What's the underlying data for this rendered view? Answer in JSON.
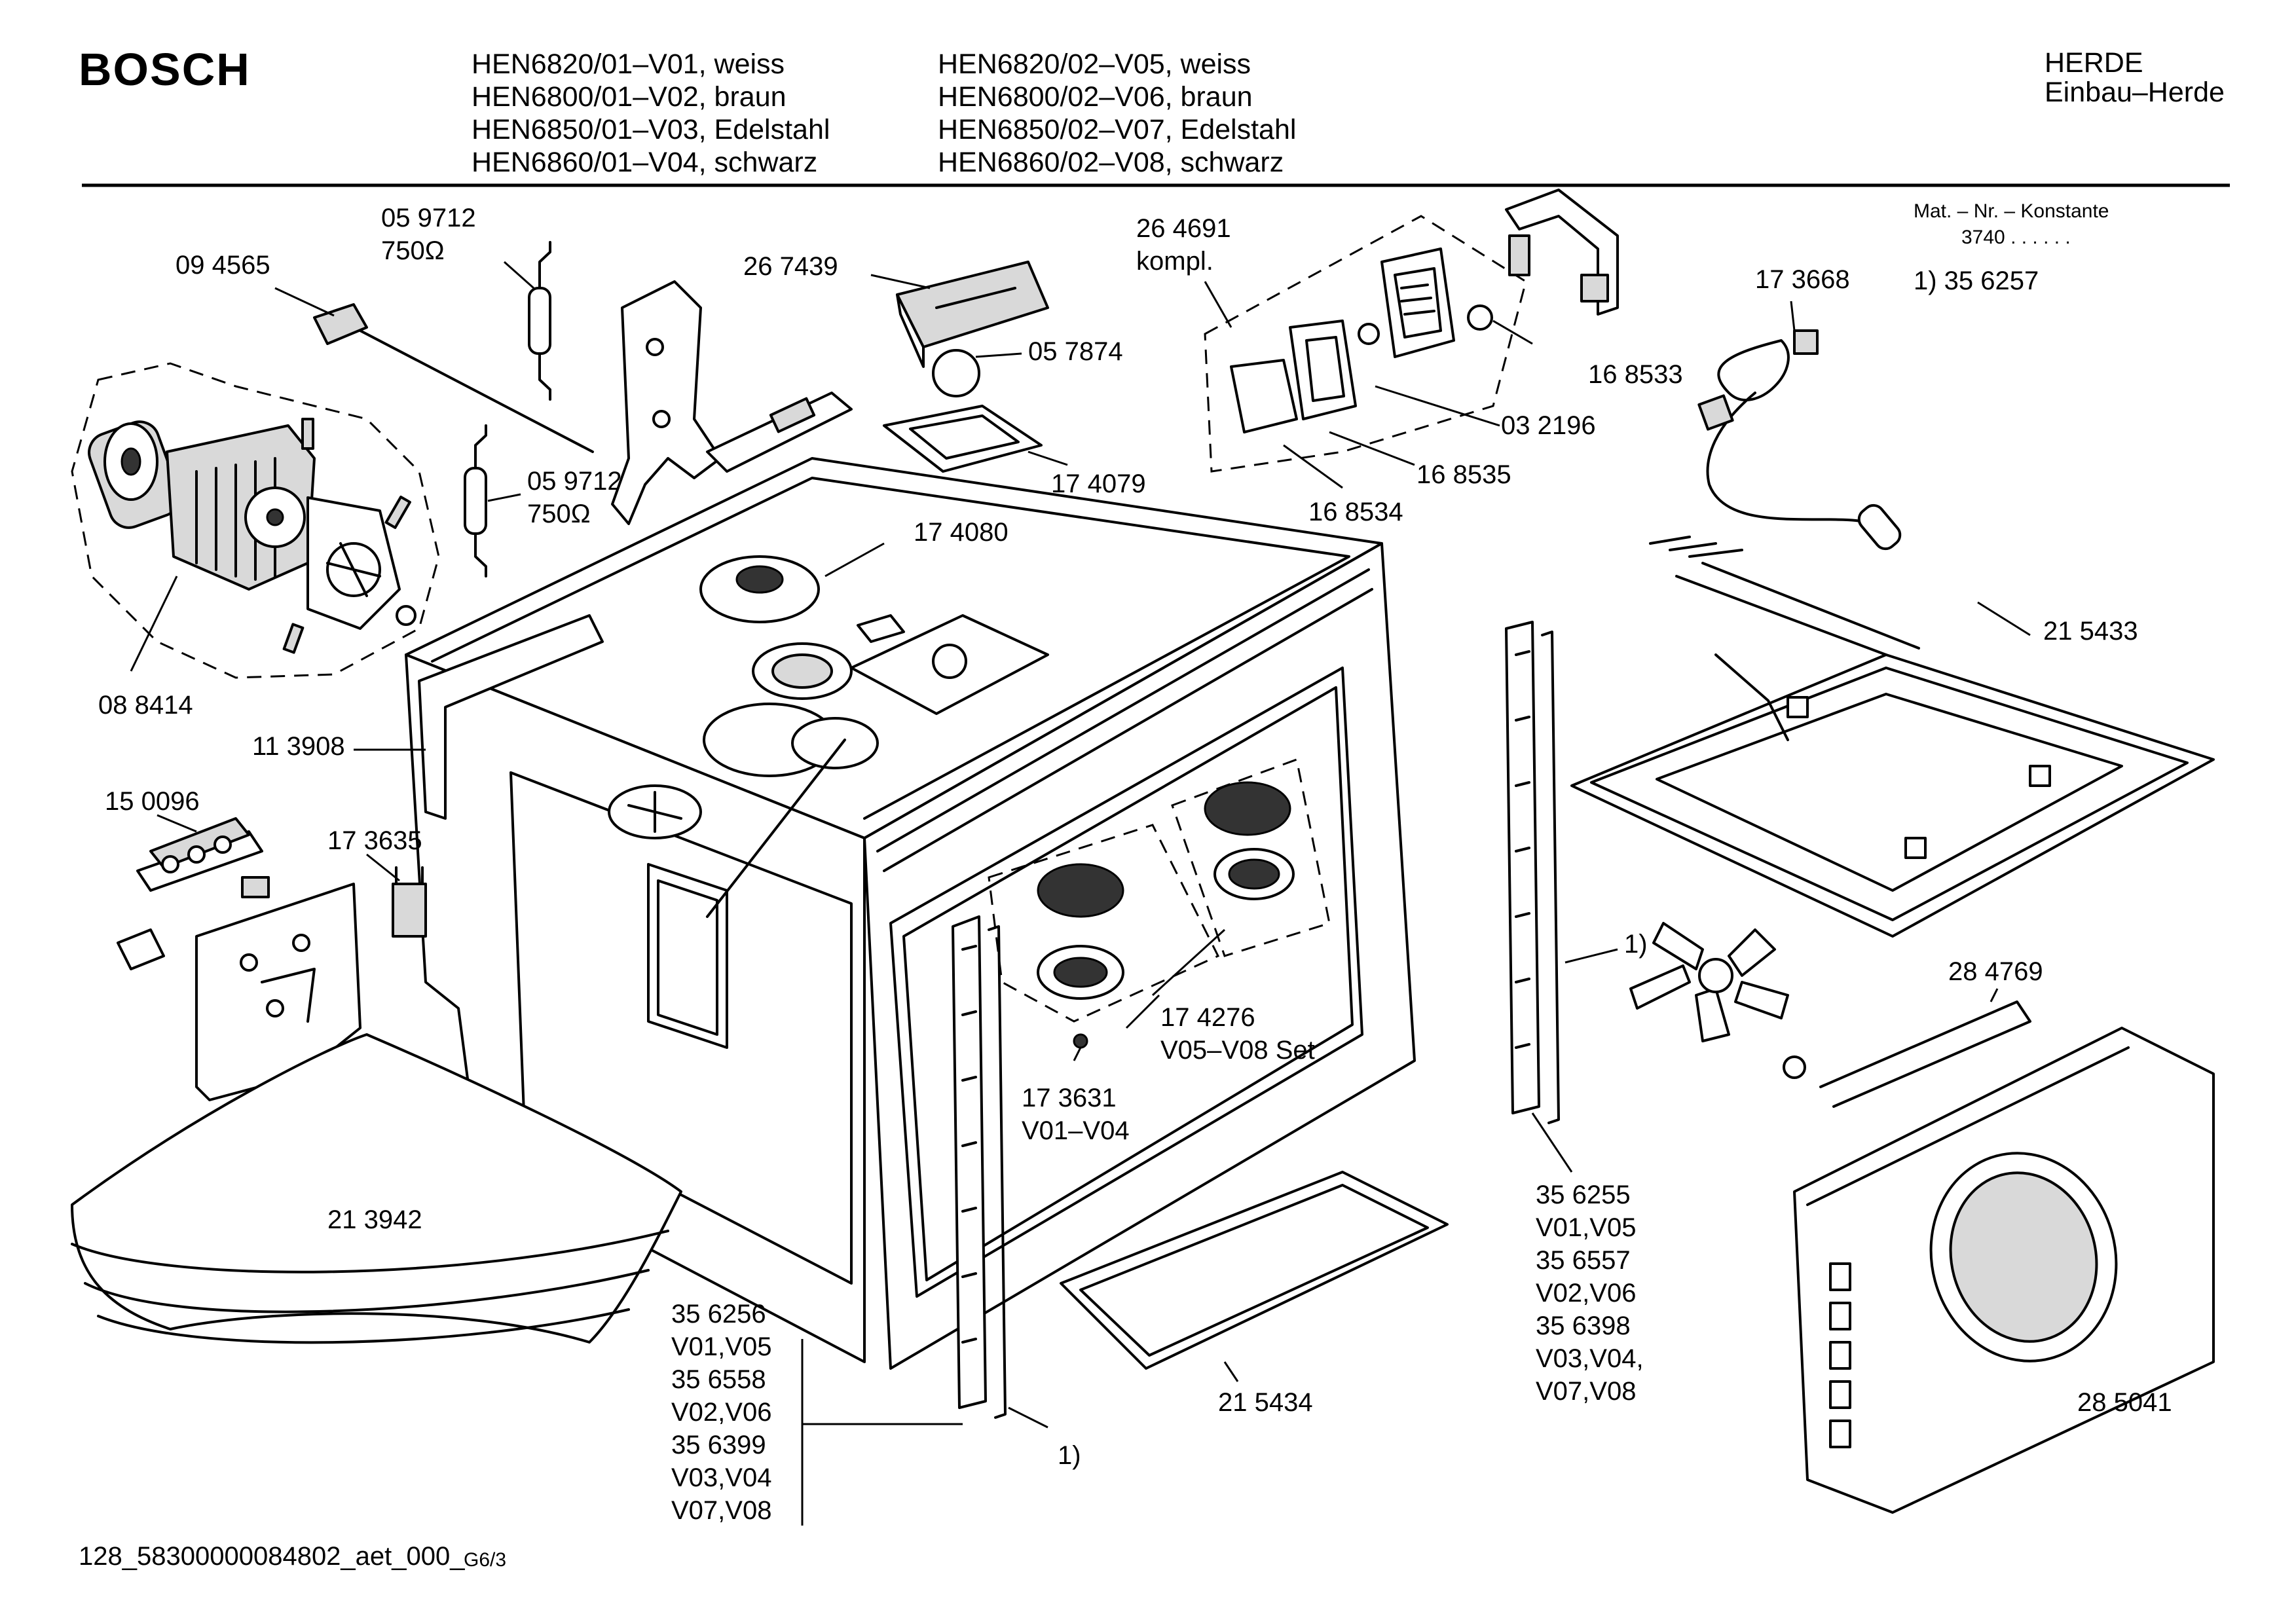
{
  "header": {
    "brand": "BOSCH",
    "models_left": [
      "HEN6820/01–V01, weiss",
      "HEN6800/01–V02, braun",
      "HEN6850/01–V03, Edelstahl",
      "HEN6860/01–V04, schwarz"
    ],
    "models_right": [
      "HEN6820/02–V05, weiss",
      "HEN6800/02–V06, braun",
      "HEN6850/02–V07, Edelstahl",
      "HEN6860/02–V08, schwarz"
    ],
    "category": [
      "HERDE",
      "Einbau–Herde"
    ]
  },
  "constant_note": {
    "title": "Mat. – Nr. – Konstante",
    "value": "3740  .  .    .  .  .  .",
    "item": "1)  35 6257"
  },
  "part_labels": {
    "p059712a": "05 9712",
    "p750a": "750Ω",
    "p094565": "09 4565",
    "p267439": "26 7439",
    "p057874": "05 7874",
    "p264691": "26 4691",
    "kompl": "kompl.",
    "p168533": "16 8533",
    "p032196": "03 2196",
    "p168535": "16 8535",
    "p168534": "16 8534",
    "p174079": "17 4079",
    "p059712b": "05 9712",
    "p750b": "750Ω",
    "p173668": "17 3668",
    "p174080": "17 4080",
    "p088414": "08 8414",
    "p113908": "11 3908",
    "p215433": "21 5433",
    "p150096": "15 0096",
    "p173635": "17 3635",
    "ref1_right": "1)",
    "p284769": "28 4769",
    "p174276": "17 4276",
    "v05v08set": "V05–V08 Set",
    "p173631": "17 3631",
    "v01v04": "V01–V04",
    "p213942": "21 3942",
    "p215434": "21 5434",
    "p285041": "28 5041",
    "ref1_bottom": "1)"
  },
  "variant_list_right": [
    "35 6255",
    "V01,V05",
    "35 6557",
    "V02,V06",
    "35 6398",
    "V03,V04,",
    "V07,V08"
  ],
  "variant_list_bottom": [
    "35 6256",
    "V01,V05",
    "35 6558",
    "V02,V06",
    "35 6399",
    "V03,V04",
    "V07,V08"
  ],
  "footer": {
    "code": "128_58300000084802_aet_000_",
    "suffix": "G6/3"
  }
}
